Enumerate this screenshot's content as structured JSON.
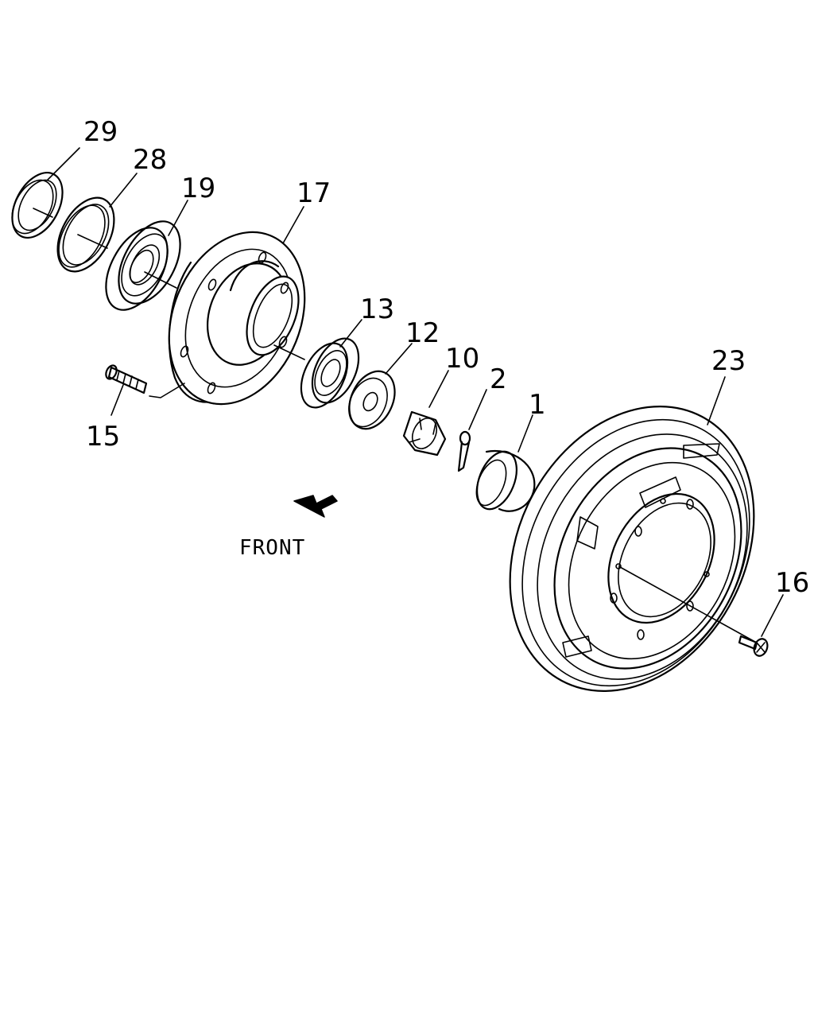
{
  "callouts": [
    "29",
    "28",
    "19",
    "17",
    "13",
    "12",
    "10",
    "2",
    "1",
    "23",
    "16",
    "15"
  ],
  "front_label": "FRONT"
}
